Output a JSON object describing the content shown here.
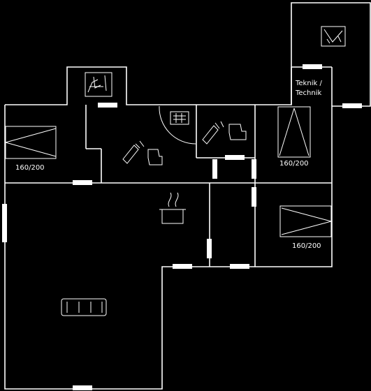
{
  "floorplan": {
    "beds": [
      {
        "label": "160/200",
        "orientation": "horizontal"
      },
      {
        "label": "160/200",
        "orientation": "vertical"
      },
      {
        "label": "160/200",
        "orientation": "horizontal"
      }
    ],
    "technik_label": {
      "line1": "Teknik /",
      "line2": "Technik"
    },
    "icons": [
      "washer-icon",
      "shower-icon",
      "toilet-icon",
      "sauna-icon",
      "stove-icon",
      "sofa-icon"
    ]
  }
}
